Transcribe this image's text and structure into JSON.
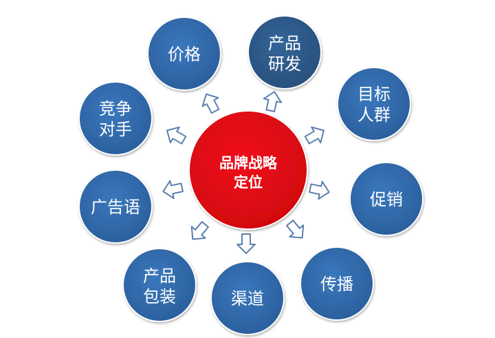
{
  "center": {
    "lines": [
      "品牌战略",
      "定位"
    ],
    "fill": "#e30613"
  },
  "node_fill": "#2f68a8",
  "node_fill_dark": "#2b5688",
  "arrow_stroke": "#5b7fae",
  "nodes": [
    {
      "key": "price",
      "lines": [
        "价格"
      ]
    },
    {
      "key": "rnd",
      "lines": [
        "产品",
        "研发"
      ]
    },
    {
      "key": "audience",
      "lines": [
        "目标",
        "人群"
      ]
    },
    {
      "key": "promotion",
      "lines": [
        "促销"
      ]
    },
    {
      "key": "spread",
      "lines": [
        "传播"
      ]
    },
    {
      "key": "channel",
      "lines": [
        "渠道"
      ]
    },
    {
      "key": "packaging",
      "lines": [
        "产品",
        "包装"
      ]
    },
    {
      "key": "slogan",
      "lines": [
        "广告语"
      ]
    },
    {
      "key": "rivals",
      "lines": [
        "竞争",
        "对手"
      ]
    }
  ]
}
